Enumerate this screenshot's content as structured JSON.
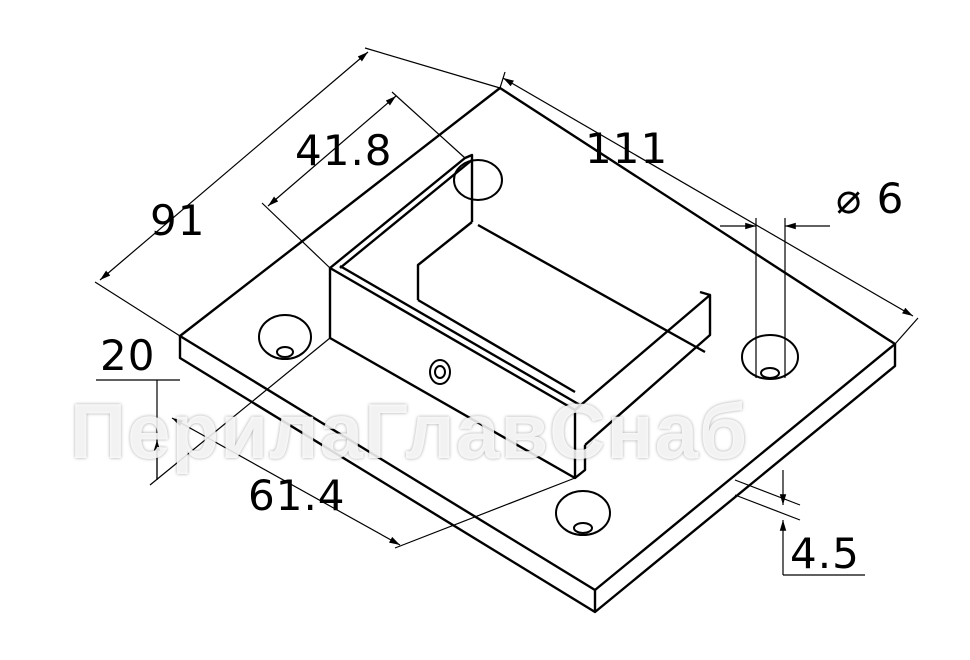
{
  "dimensions": {
    "width_91": "91",
    "inner_41_8": "41.8",
    "length_111": "111",
    "hole_diameter": "⌀ 6",
    "height_20": "20",
    "offset_61_4": "61.4",
    "thickness_4_5": "4.5"
  },
  "watermark": "ПерилаГлавСнаб"
}
